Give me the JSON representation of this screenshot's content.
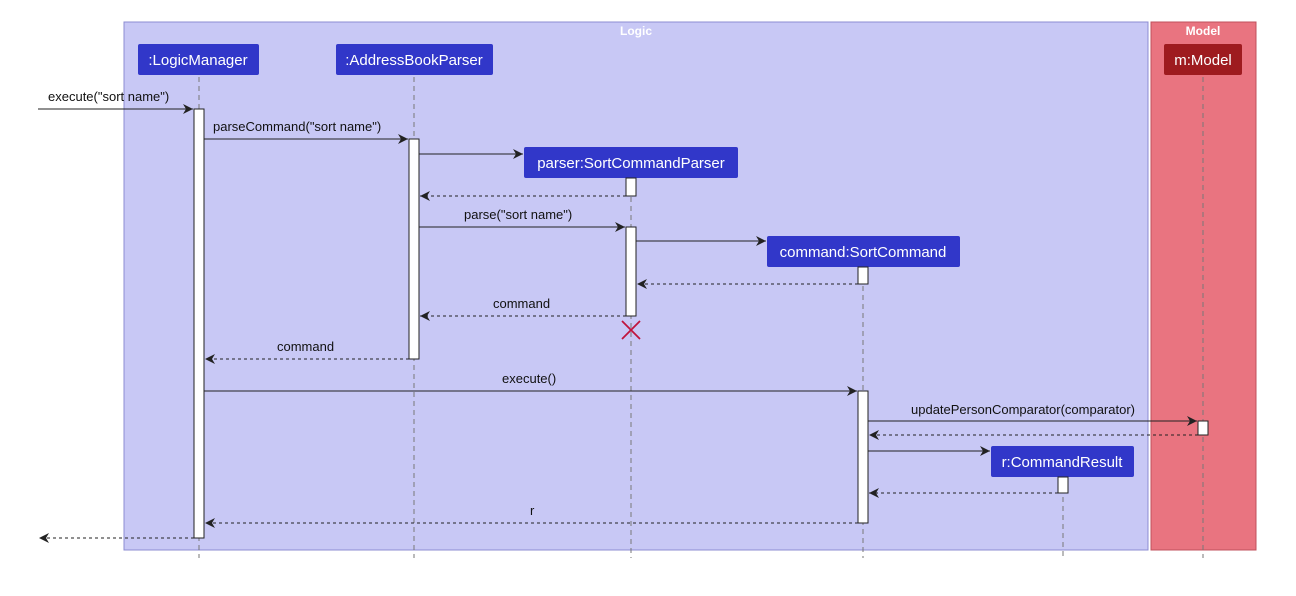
{
  "colors": {
    "logic_bg": "#c8c8f5",
    "logic_border": "#8c8cd2",
    "model_bg": "#e97480",
    "model_border": "#c0505c",
    "participant_blue": "#3137c9",
    "participant_red": "#9e1b1f",
    "destroy_mark": "#c0143c"
  },
  "groups": {
    "logic": "Logic",
    "model": "Model"
  },
  "participants": {
    "logic_manager": ":LogicManager",
    "address_book_parser": ":AddressBookParser",
    "sort_command_parser": "parser:SortCommandParser",
    "sort_command": "command:SortCommand",
    "command_result": "r:CommandResult",
    "model": "m:Model"
  },
  "messages": {
    "execute_in": "execute(\"sort name\")",
    "parse_command": "parseCommand(\"sort name\")",
    "parse": "parse(\"sort name\")",
    "return_command_1": "command",
    "return_command_2": "command",
    "execute": "execute()",
    "update_comparator": "updatePersonComparator(comparator)",
    "return_r": "r"
  }
}
